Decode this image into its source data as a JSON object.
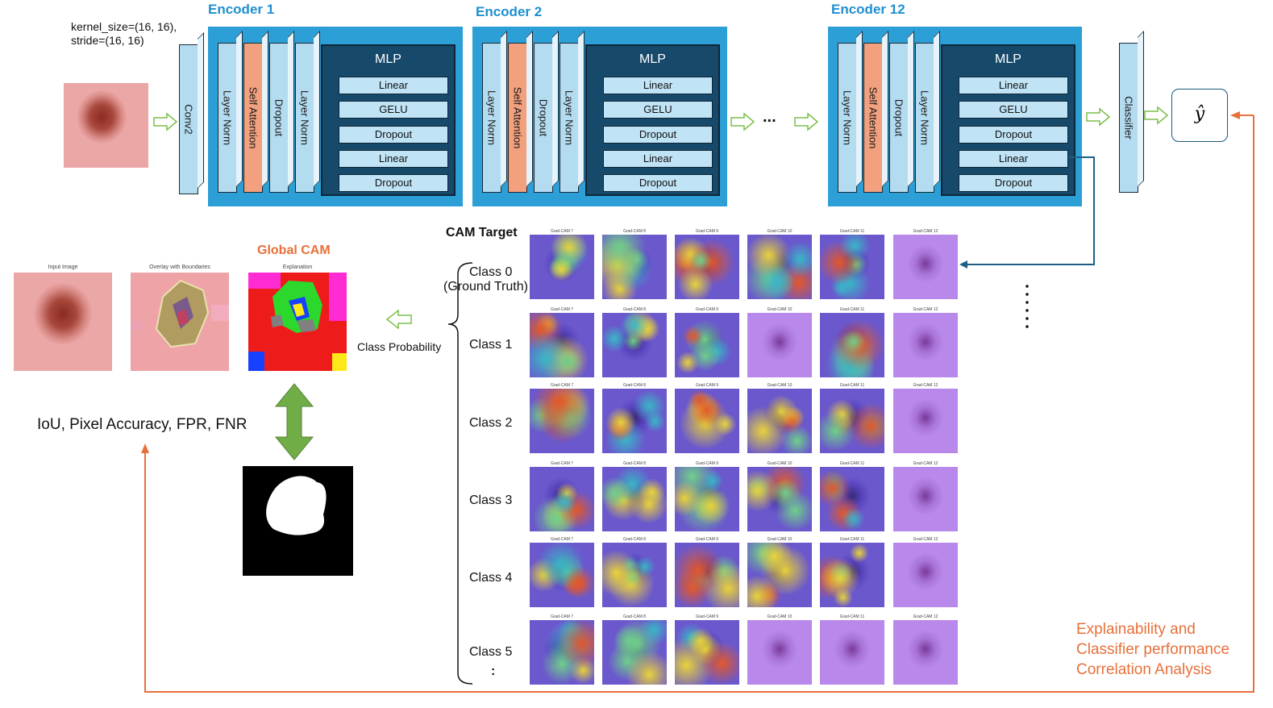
{
  "encoders": [
    {
      "title": "Encoder 1"
    },
    {
      "title": "Encoder 2"
    },
    {
      "title": "Encoder 12"
    }
  ],
  "encoder_blocks": [
    "Layer Norm",
    "Self Attention",
    "Dropout",
    "Layer Norm"
  ],
  "mlp": {
    "title": "MLP",
    "rows": [
      "Linear",
      "GELU",
      "Dropout",
      "Linear",
      "Dropout"
    ]
  },
  "conv": {
    "label": "Conv2",
    "params_line1": "kernel_size=(16, 16),",
    "params_line2": "stride=(16, 16)"
  },
  "ellipsis": "...",
  "classifier": {
    "label": "Classifier",
    "output": "ŷ"
  },
  "cam_target": "CAM Target",
  "classes": [
    "Class 0",
    "Class 1",
    "Class 2",
    "Class 3",
    "Class 4",
    "Class 5"
  ],
  "class0_sub": "(Ground Truth)",
  "class_more": ":",
  "gradcam_captions": [
    "Grad-CAM 7",
    "Grad-CAM 8",
    "Grad-CAM 9",
    "Grad-CAM 10",
    "Grad-CAM 11",
    "Grad-CAM 12"
  ],
  "global_cam": {
    "title": "Global CAM",
    "captions": [
      "Input Image",
      "Overlay with Boundaries",
      "Explanation"
    ]
  },
  "class_probability": "Class Probability",
  "metrics": "IoU, Pixel Accuracy, FPR, FNR",
  "analysis": [
    "Explainability and",
    "Classifier performance",
    "Correlation Analysis"
  ],
  "colors": {
    "encoder_bg": "#2c9fd7",
    "mlp_bg": "#17496b",
    "accent": "#e8703a",
    "title_blue": "#1f8fd0"
  }
}
